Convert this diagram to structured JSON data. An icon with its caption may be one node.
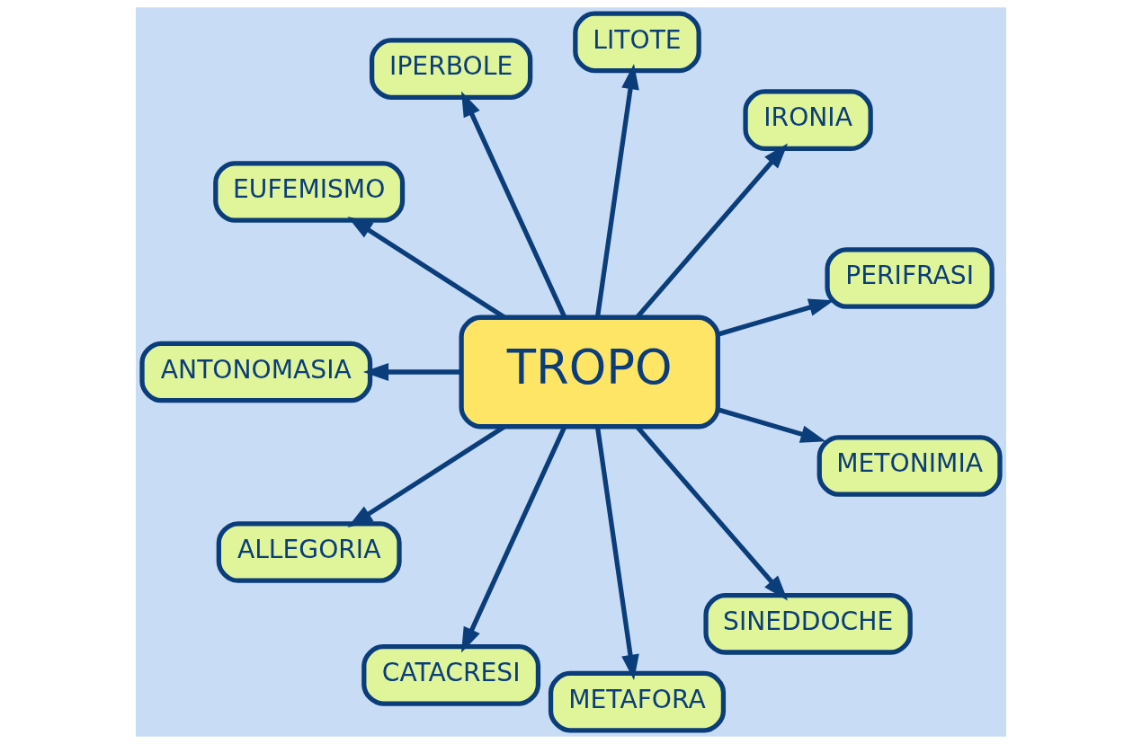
{
  "diagram": {
    "nodes": [
      {
        "text": [
          "TROPO"
        ]
      },
      {
        "text": [
          "PERIFRASI"
        ]
      },
      {
        "text": [
          "IRONIA"
        ]
      },
      {
        "text": [
          "LITOTE"
        ]
      },
      {
        "text": [
          "IPERBOLE"
        ]
      },
      {
        "text": [
          "EUFEMISMO"
        ]
      },
      {
        "text": [
          "ANTONOMASIA"
        ]
      },
      {
        "text": [
          "ALLEGORIA"
        ]
      },
      {
        "text": [
          "CATACRESI"
        ]
      },
      {
        "text": [
          "METAFORA"
        ]
      },
      {
        "text": [
          "SINEDDOCHE"
        ]
      },
      {
        "text": [
          "METONIMIA"
        ]
      }
    ],
    "edges": [
      {
        "from": 0,
        "to": 7,
        "arrow": "to"
      },
      {
        "from": 0,
        "to": 8,
        "arrow": "to"
      },
      {
        "from": 0,
        "to": 9,
        "arrow": "to"
      },
      {
        "from": 0,
        "to": 10,
        "arrow": "to"
      },
      {
        "from": 0,
        "to": 11,
        "arrow": "to"
      },
      {
        "from": 0,
        "to": 6,
        "arrow": "to"
      },
      {
        "from": 0,
        "to": 5,
        "arrow": "to"
      },
      {
        "from": 0,
        "to": 4,
        "arrow": "to"
      },
      {
        "from": 0,
        "to": 3,
        "arrow": "to"
      },
      {
        "from": 0,
        "to": 2,
        "arrow": "to"
      },
      {
        "from": 0,
        "to": 1,
        "arrow": "to"
      }
    ]
  }
}
